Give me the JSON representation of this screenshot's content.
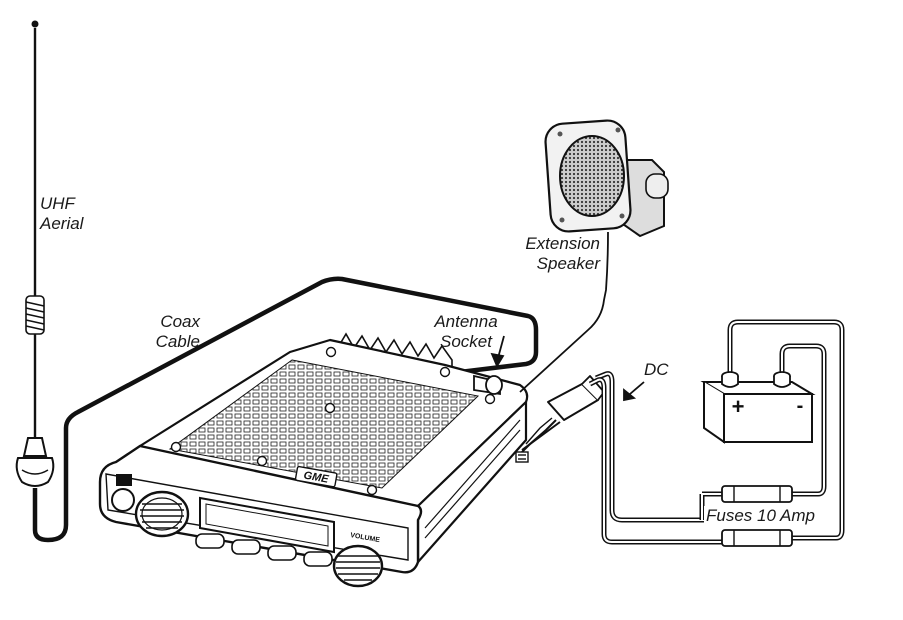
{
  "labels": {
    "aerial": [
      "UHF",
      "Aerial"
    ],
    "coax": [
      "Coax",
      "Cable"
    ],
    "antenna_socket": [
      "Antenna",
      "Socket"
    ],
    "speaker": [
      "Extension",
      "Speaker"
    ],
    "dc": "DC",
    "fuses": "Fuses 10 Amp"
  },
  "radio": {
    "brand": "GME",
    "volume_label": "VOLUME"
  },
  "battery": {
    "positive": "+",
    "negative": "-"
  }
}
